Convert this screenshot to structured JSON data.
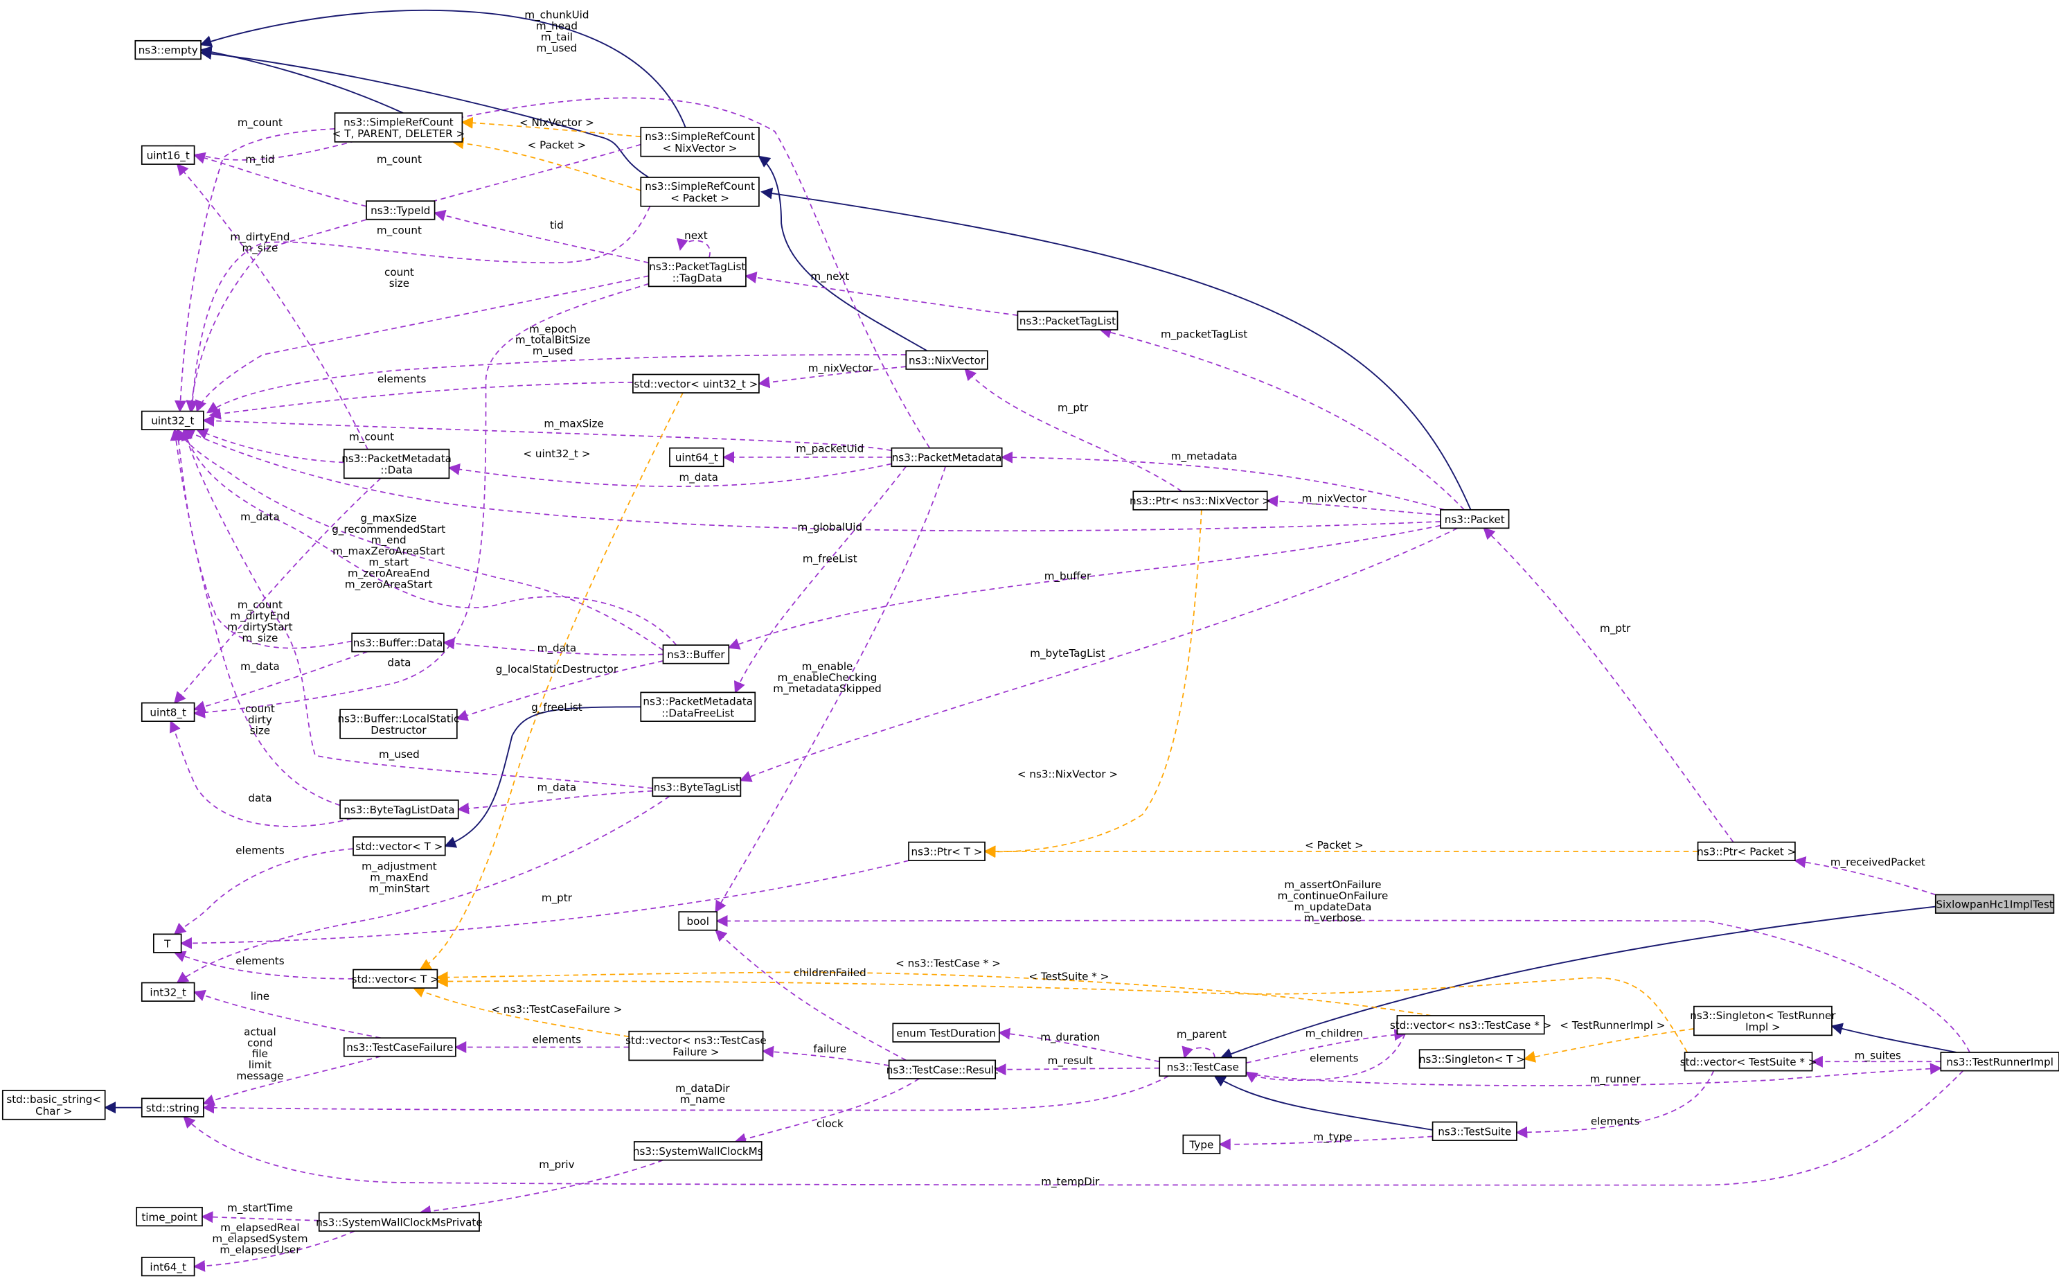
{
  "diagram": {
    "title": "SixlowpanHc1ImplTest collaboration graph",
    "colors": {
      "inheritance": "#191970",
      "member": "#9a32cd",
      "template": "#ffa500",
      "focal_fill": "#bfbfbf"
    },
    "nodes": [
      {
        "id": "empty",
        "label": [
          "ns3::empty"
        ]
      },
      {
        "id": "uint16",
        "label": [
          "uint16_t"
        ]
      },
      {
        "id": "srcT",
        "label": [
          "ns3::SimpleRefCount",
          "< T, PARENT, DELETER >"
        ]
      },
      {
        "id": "srcNix",
        "label": [
          "ns3::SimpleRefCount",
          "< NixVector >"
        ]
      },
      {
        "id": "srcPkt",
        "label": [
          "ns3::SimpleRefCount",
          "< Packet >"
        ]
      },
      {
        "id": "typeid",
        "label": [
          "ns3::TypeId"
        ]
      },
      {
        "id": "tagdata",
        "label": [
          "ns3::PacketTagList",
          "::TagData"
        ]
      },
      {
        "id": "ptaglist",
        "label": [
          "ns3::PacketTagList"
        ]
      },
      {
        "id": "nixvec",
        "label": [
          "ns3::NixVector"
        ]
      },
      {
        "id": "vecu32",
        "label": [
          "std::vector< uint32_t >"
        ]
      },
      {
        "id": "uint32",
        "label": [
          "uint32_t"
        ]
      },
      {
        "id": "pmdata",
        "label": [
          "ns3::PacketMetadata",
          "::Data"
        ]
      },
      {
        "id": "uint64",
        "label": [
          "uint64_t"
        ]
      },
      {
        "id": "pmeta",
        "label": [
          "ns3::PacketMetadata"
        ]
      },
      {
        "id": "ptrnix",
        "label": [
          "ns3::Ptr< ns3::NixVector >"
        ]
      },
      {
        "id": "packet",
        "label": [
          "ns3::Packet"
        ]
      },
      {
        "id": "bufdata",
        "label": [
          "ns3::Buffer::Data"
        ]
      },
      {
        "id": "buffer",
        "label": [
          "ns3::Buffer"
        ]
      },
      {
        "id": "uint8",
        "label": [
          "uint8_t"
        ]
      },
      {
        "id": "lsd",
        "label": [
          "ns3::Buffer::LocalStatic",
          "Destructor"
        ]
      },
      {
        "id": "dfl",
        "label": [
          "ns3::PacketMetadata",
          "::DataFreeList"
        ]
      },
      {
        "id": "btld",
        "label": [
          "ns3::ByteTagListData"
        ]
      },
      {
        "id": "btl",
        "label": [
          "ns3::ByteTagList"
        ]
      },
      {
        "id": "vecT1",
        "label": [
          "std::vector< T >"
        ]
      },
      {
        "id": "ptrT",
        "label": [
          "ns3::Ptr< T >"
        ]
      },
      {
        "id": "ptrPkt",
        "label": [
          "ns3::Ptr< Packet >"
        ]
      },
      {
        "id": "focal",
        "label": [
          "SixlowpanHc1ImplTest"
        ]
      },
      {
        "id": "T",
        "label": [
          "T"
        ]
      },
      {
        "id": "bool",
        "label": [
          "bool"
        ]
      },
      {
        "id": "int32",
        "label": [
          "int32_t"
        ]
      },
      {
        "id": "vecT2",
        "label": [
          "std::vector< T >"
        ]
      },
      {
        "id": "tcfail",
        "label": [
          "ns3::TestCaseFailure"
        ]
      },
      {
        "id": "vectcf",
        "label": [
          "std::vector< ns3::TestCase",
          "Failure >"
        ]
      },
      {
        "id": "enumdur",
        "label": [
          "enum TestDuration"
        ]
      },
      {
        "id": "result",
        "label": [
          "ns3::TestCase::Result"
        ]
      },
      {
        "id": "testcase",
        "label": [
          "ns3::TestCase"
        ]
      },
      {
        "id": "vectcp",
        "label": [
          "std::vector< ns3::TestCase * >"
        ]
      },
      {
        "id": "singTR",
        "label": [
          "ns3::Singleton< TestRunner",
          "Impl >"
        ]
      },
      {
        "id": "singT",
        "label": [
          "ns3::Singleton< T >"
        ]
      },
      {
        "id": "vects",
        "label": [
          "std::vector< TestSuite * >"
        ]
      },
      {
        "id": "runner",
        "label": [
          "ns3::TestRunnerImpl"
        ]
      },
      {
        "id": "basicstr",
        "label": [
          "std::basic_string<",
          "Char >"
        ]
      },
      {
        "id": "string",
        "label": [
          "std::string"
        ]
      },
      {
        "id": "testsuite",
        "label": [
          "ns3::TestSuite"
        ]
      },
      {
        "id": "type",
        "label": [
          "Type"
        ]
      },
      {
        "id": "swc",
        "label": [
          "ns3::SystemWallClockMs"
        ]
      },
      {
        "id": "timepoint",
        "label": [
          "time_point"
        ]
      },
      {
        "id": "swcp",
        "label": [
          "ns3::SystemWallClockMsPrivate"
        ]
      },
      {
        "id": "int64",
        "label": [
          "int64_t"
        ]
      }
    ],
    "edges": [
      {
        "from": "srcT",
        "to": "empty",
        "kind": "inherit",
        "label": []
      },
      {
        "from": "srcNix",
        "to": "empty",
        "kind": "inherit",
        "label": []
      },
      {
        "from": "srcPkt",
        "to": "empty",
        "kind": "inherit",
        "label": []
      },
      {
        "from": "nixvec",
        "to": "srcNix",
        "kind": "inherit",
        "label": []
      },
      {
        "from": "packet",
        "to": "srcPkt",
        "kind": "inherit",
        "label": []
      },
      {
        "from": "srcNix",
        "to": "srcT",
        "kind": "templ",
        "label": [
          "< NixVector >"
        ]
      },
      {
        "from": "srcPkt",
        "to": "srcT",
        "kind": "templ",
        "label": [
          "< Packet >"
        ]
      },
      {
        "from": "pmeta",
        "to": "uint16",
        "kind": "member",
        "label": [
          "m_chunkUid",
          "m_head",
          "m_tail",
          "m_used"
        ]
      },
      {
        "from": "srcT",
        "to": "uint32",
        "kind": "member",
        "label": [
          "m_count"
        ]
      },
      {
        "from": "srcNix",
        "to": "uint32",
        "kind": "member",
        "label": [
          "m_count"
        ]
      },
      {
        "from": "typeid",
        "to": "uint16",
        "kind": "member",
        "label": [
          "m_tid"
        ]
      },
      {
        "from": "srcPkt",
        "to": "uint32",
        "kind": "member",
        "label": [
          "m_count"
        ]
      },
      {
        "from": "tagdata",
        "to": "typeid",
        "kind": "member",
        "label": [
          "tid"
        ]
      },
      {
        "from": "buffer",
        "to": "uint32",
        "kind": "member",
        "label": [
          "m_dirtyEnd",
          "m_size"
        ]
      },
      {
        "from": "tagdata",
        "to": "uint32",
        "kind": "member",
        "label": [
          "count",
          "size"
        ]
      },
      {
        "from": "tagdata",
        "to": "tagdata",
        "kind": "member",
        "label": [
          "next"
        ]
      },
      {
        "from": "ptaglist",
        "to": "tagdata",
        "kind": "member",
        "label": [
          "m_next"
        ]
      },
      {
        "from": "nixvec",
        "to": "uint32",
        "kind": "member",
        "label": [
          "m_epoch",
          "m_totalBitSize",
          "m_used"
        ]
      },
      {
        "from": "vecu32",
        "to": "uint32",
        "kind": "member",
        "label": [
          "elements"
        ]
      },
      {
        "from": "nixvec",
        "to": "vecu32",
        "kind": "member",
        "label": [
          "m_nixVector"
        ]
      },
      {
        "from": "pmeta",
        "to": "uint32",
        "kind": "member",
        "label": [
          "m_maxSize"
        ]
      },
      {
        "from": "pmdata",
        "to": "uint32",
        "kind": "member",
        "label": [
          "m_count"
        ]
      },
      {
        "from": "pmdata",
        "to": "uint16",
        "kind": "member",
        "label": []
      },
      {
        "from": "vecu32",
        "to": "vecT2",
        "kind": "templ",
        "label": [
          "< uint32_t >"
        ]
      },
      {
        "from": "pmeta",
        "to": "uint64",
        "kind": "member",
        "label": [
          "m_packetUid"
        ]
      },
      {
        "from": "pmeta",
        "to": "pmdata",
        "kind": "member",
        "label": [
          "m_data"
        ]
      },
      {
        "from": "packet",
        "to": "pmeta",
        "kind": "member",
        "label": [
          "m_metadata"
        ]
      },
      {
        "from": "packet",
        "to": "ptaglist",
        "kind": "member",
        "label": [
          "m_packetTagList"
        ]
      },
      {
        "from": "ptrnix",
        "to": "nixvec",
        "kind": "member",
        "label": [
          "m_ptr"
        ]
      },
      {
        "from": "packet",
        "to": "ptrnix",
        "kind": "member",
        "label": [
          "m_nixVector"
        ]
      },
      {
        "from": "packet",
        "to": "uint32",
        "kind": "member",
        "label": [
          "m_globalUid"
        ]
      },
      {
        "from": "pmdata",
        "to": "uint8",
        "kind": "member",
        "label": [
          "m_data"
        ]
      },
      {
        "from": "buffer",
        "to": "uint32",
        "kind": "member",
        "label": [
          "g_maxSize",
          "g_recommendedStart",
          "m_end",
          "m_maxZeroAreaStart",
          "m_start",
          "m_zeroAreaEnd",
          "m_zeroAreaStart"
        ]
      },
      {
        "from": "pmeta",
        "to": "dfl",
        "kind": "member",
        "label": [
          "m_freeList"
        ]
      },
      {
        "from": "packet",
        "to": "buffer",
        "kind": "member",
        "label": [
          "m_buffer"
        ]
      },
      {
        "from": "bufdata",
        "to": "uint32",
        "kind": "member",
        "label": [
          "m_count",
          "m_dirtyEnd",
          "m_dirtyStart",
          "m_size"
        ]
      },
      {
        "from": "buffer",
        "to": "bufdata",
        "kind": "member",
        "label": [
          "m_data"
        ]
      },
      {
        "from": "bufdata",
        "to": "uint8",
        "kind": "member",
        "label": [
          "m_data"
        ]
      },
      {
        "from": "tagdata",
        "to": "uint8",
        "kind": "member",
        "label": [
          "data"
        ]
      },
      {
        "from": "buffer",
        "to": "lsd",
        "kind": "member",
        "label": [
          "g_localStaticDestructor"
        ]
      },
      {
        "from": "packet",
        "to": "btl",
        "kind": "member",
        "label": [
          "m_byteTagList"
        ]
      },
      {
        "from": "pmeta",
        "to": "bool",
        "kind": "member",
        "label": [
          "m_enable",
          "m_enableChecking",
          "m_metadataSkipped"
        ]
      },
      {
        "from": "btld",
        "to": "uint32",
        "kind": "member",
        "label": [
          "count",
          "dirty",
          "size"
        ]
      },
      {
        "from": "dfl",
        "to": "vecT1",
        "kind": "inherit",
        "label": [
          "g_freeList"
        ]
      },
      {
        "from": "btl",
        "to": "uint32",
        "kind": "member",
        "label": [
          "m_used"
        ]
      },
      {
        "from": "btl",
        "to": "btld",
        "kind": "member",
        "label": [
          "m_data"
        ]
      },
      {
        "from": "btld",
        "to": "uint8",
        "kind": "member",
        "label": [
          "data"
        ]
      },
      {
        "from": "ptrnix",
        "to": "ptrT",
        "kind": "templ",
        "label": [
          "< ns3::NixVector >"
        ]
      },
      {
        "from": "ptrPkt",
        "to": "packet",
        "kind": "member",
        "label": [
          "m_ptr"
        ]
      },
      {
        "from": "ptrPkt",
        "to": "ptrT",
        "kind": "templ",
        "label": [
          "< Packet >"
        ]
      },
      {
        "from": "focal",
        "to": "ptrPkt",
        "kind": "member",
        "label": [
          "m_receivedPacket"
        ]
      },
      {
        "from": "vecT1",
        "to": "T",
        "kind": "member",
        "label": [
          "elements"
        ]
      },
      {
        "from": "btl",
        "to": "int32",
        "kind": "member",
        "label": [
          "m_adjustment",
          "m_maxEnd",
          "m_minStart"
        ]
      },
      {
        "from": "ptrT",
        "to": "T",
        "kind": "member",
        "label": [
          "m_ptr"
        ]
      },
      {
        "from": "runner",
        "to": "bool",
        "kind": "member",
        "label": [
          "m_assertOnFailure",
          "m_continueOnFailure",
          "m_updateData",
          "m_verbose"
        ]
      },
      {
        "from": "focal",
        "to": "testcase",
        "kind": "inherit",
        "label": []
      },
      {
        "from": "vecT2",
        "to": "T",
        "kind": "member",
        "label": [
          "elements"
        ]
      },
      {
        "from": "vectcp",
        "to": "vecT2",
        "kind": "templ",
        "label": [
          "< ns3::TestCase * >"
        ]
      },
      {
        "from": "vects",
        "to": "vecT2",
        "kind": "templ",
        "label": [
          "< TestSuite * >"
        ]
      },
      {
        "from": "result",
        "to": "bool",
        "kind": "member",
        "label": [
          "childrenFailed"
        ]
      },
      {
        "from": "tcfail",
        "to": "int32",
        "kind": "member",
        "label": [
          "line"
        ]
      },
      {
        "from": "vectcf",
        "to": "vecT2",
        "kind": "templ",
        "label": [
          "< ns3::TestCaseFailure >"
        ]
      },
      {
        "from": "vectcf",
        "to": "tcfail",
        "kind": "member",
        "label": [
          "elements"
        ]
      },
      {
        "from": "tcfail",
        "to": "string",
        "kind": "member",
        "label": [
          "actual",
          "cond",
          "file",
          "limit",
          "message"
        ]
      },
      {
        "from": "testcase",
        "to": "enumdur",
        "kind": "member",
        "label": [
          "m_duration"
        ]
      },
      {
        "from": "testcase",
        "to": "testcase",
        "kind": "member",
        "label": [
          "m_parent"
        ]
      },
      {
        "from": "testcase",
        "to": "vectcp",
        "kind": "member",
        "label": [
          "m_children"
        ]
      },
      {
        "from": "vectcp",
        "to": "testcase",
        "kind": "member",
        "label": [
          "elements"
        ]
      },
      {
        "from": "singTR",
        "to": "singT",
        "kind": "templ",
        "label": [
          "< TestRunnerImpl >"
        ]
      },
      {
        "from": "runner",
        "to": "singTR",
        "kind": "inherit",
        "label": []
      },
      {
        "from": "result",
        "to": "vectcf",
        "kind": "member",
        "label": [
          "failure"
        ]
      },
      {
        "from": "testcase",
        "to": "result",
        "kind": "member",
        "label": [
          "m_result"
        ]
      },
      {
        "from": "runner",
        "to": "vects",
        "kind": "member",
        "label": [
          "m_suites"
        ]
      },
      {
        "from": "testcase",
        "to": "runner",
        "kind": "member",
        "label": [
          "m_runner"
        ]
      },
      {
        "from": "string",
        "to": "basicstr",
        "kind": "inherit",
        "label": []
      },
      {
        "from": "testcase",
        "to": "string",
        "kind": "member",
        "label": [
          "m_dataDir",
          "m_name"
        ]
      },
      {
        "from": "result",
        "to": "swc",
        "kind": "member",
        "label": [
          "clock"
        ]
      },
      {
        "from": "testsuite",
        "to": "testcase",
        "kind": "inherit",
        "label": []
      },
      {
        "from": "vects",
        "to": "testsuite",
        "kind": "member",
        "label": [
          "elements"
        ]
      },
      {
        "from": "testsuite",
        "to": "type",
        "kind": "member",
        "label": [
          "m_type"
        ]
      },
      {
        "from": "runner",
        "to": "string",
        "kind": "member",
        "label": [
          "m_tempDir"
        ]
      },
      {
        "from": "swc",
        "to": "swcp",
        "kind": "member",
        "label": [
          "m_priv"
        ]
      },
      {
        "from": "swcp",
        "to": "timepoint",
        "kind": "member",
        "label": [
          "m_startTime"
        ]
      },
      {
        "from": "swcp",
        "to": "int64",
        "kind": "member",
        "label": [
          "m_elapsedReal",
          "m_elapsedSystem",
          "m_elapsedUser"
        ]
      }
    ]
  }
}
